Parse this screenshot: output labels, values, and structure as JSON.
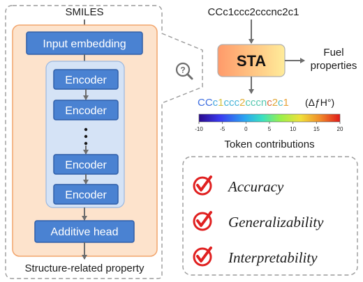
{
  "input_label": "SMILES",
  "output_label": "Structure-related property",
  "model": {
    "embedding": "Input embedding",
    "encoders": [
      "Encoder",
      "Encoder",
      "Encoder",
      "Encoder"
    ],
    "head": "Additive head"
  },
  "sta": {
    "input_smiles": "CCc1ccc2cccnc2c1",
    "box_label": "STA",
    "output_line1": "Fuel",
    "output_line2": "properties",
    "property_symbol": "(ΔƒH°)"
  },
  "token_coloring": [
    {
      "text": "CC",
      "color": "#3f6fe0"
    },
    {
      "text": "c",
      "color": "#48a8de"
    },
    {
      "text": "1",
      "color": "#d5c23f"
    },
    {
      "text": "ccc",
      "color": "#48b4d8"
    },
    {
      "text": "2",
      "color": "#e0b03a"
    },
    {
      "text": "cccn",
      "color": "#58c8b0"
    },
    {
      "text": "c",
      "color": "#e06a3a"
    },
    {
      "text": "2",
      "color": "#e0a83a"
    },
    {
      "text": "c",
      "color": "#4fbfc8"
    },
    {
      "text": "1",
      "color": "#e8a23a"
    }
  ],
  "colorbar": {
    "label": "Token contributions",
    "ticks": [
      "-10",
      "-5",
      "0",
      "5",
      "10",
      "15",
      "20"
    ],
    "min": -10,
    "max": 20
  },
  "features": [
    "Accuracy",
    "Generalizability",
    "Interpretability"
  ],
  "colors": {
    "model_panel": "#fde3cc",
    "model_border": "#f2a56c",
    "encoder_stack": "#d5e3f6",
    "block_fill": "#4a82d2",
    "block_border": "#2f5ea8",
    "sta_gradient_start": "#ff9a6a",
    "sta_gradient_end": "#ffec9a",
    "check_red": "#e02020",
    "arrow": "#6d6d6d"
  },
  "icons": [
    "magnifier-question-icon",
    "check-circle-icon"
  ]
}
